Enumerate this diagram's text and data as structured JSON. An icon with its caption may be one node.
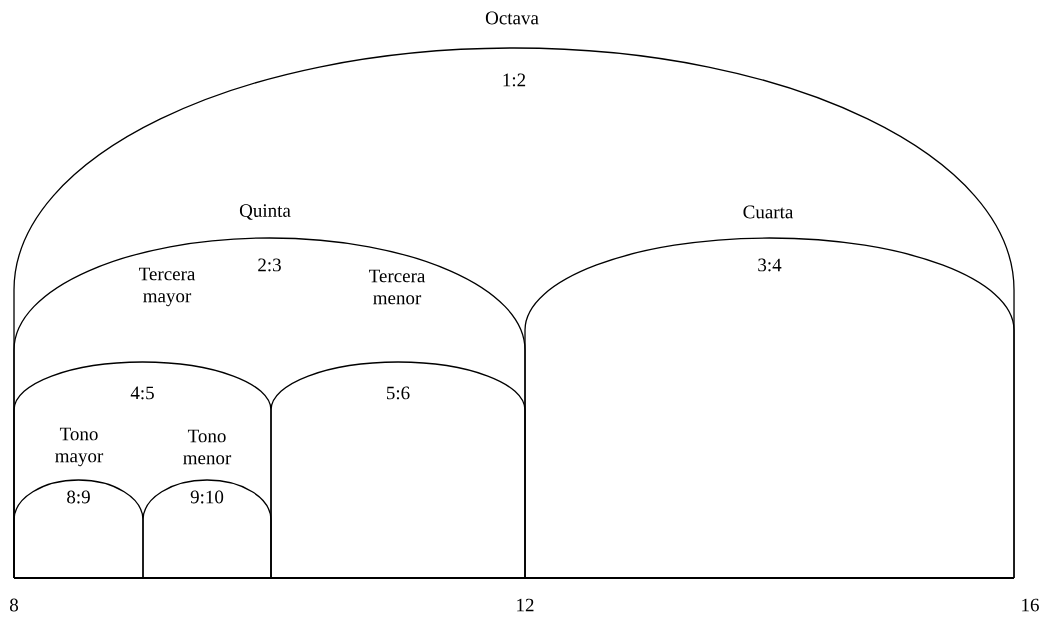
{
  "diagram": {
    "nodes": [
      {
        "text": [
          "Octava",
          "1:2"
        ]
      },
      {
        "text": [
          "Quinta",
          "2:3"
        ],
        "in": 0
      },
      {
        "text": [
          "Cuarta",
          "3:4"
        ],
        "in": 0
      },
      {
        "text": [
          "Tercera mayor",
          "4:5"
        ],
        "in": 1
      },
      {
        "text": [
          "Tercera menor",
          "5:6"
        ],
        "in": 1
      },
      {
        "text": [
          "Tono mayor",
          "8:9"
        ],
        "in": 3
      },
      {
        "text": [
          "Tono menor",
          "9:10"
        ],
        "in": 3
      }
    ],
    "labels": [
      "8",
      "12",
      "16"
    ]
  }
}
